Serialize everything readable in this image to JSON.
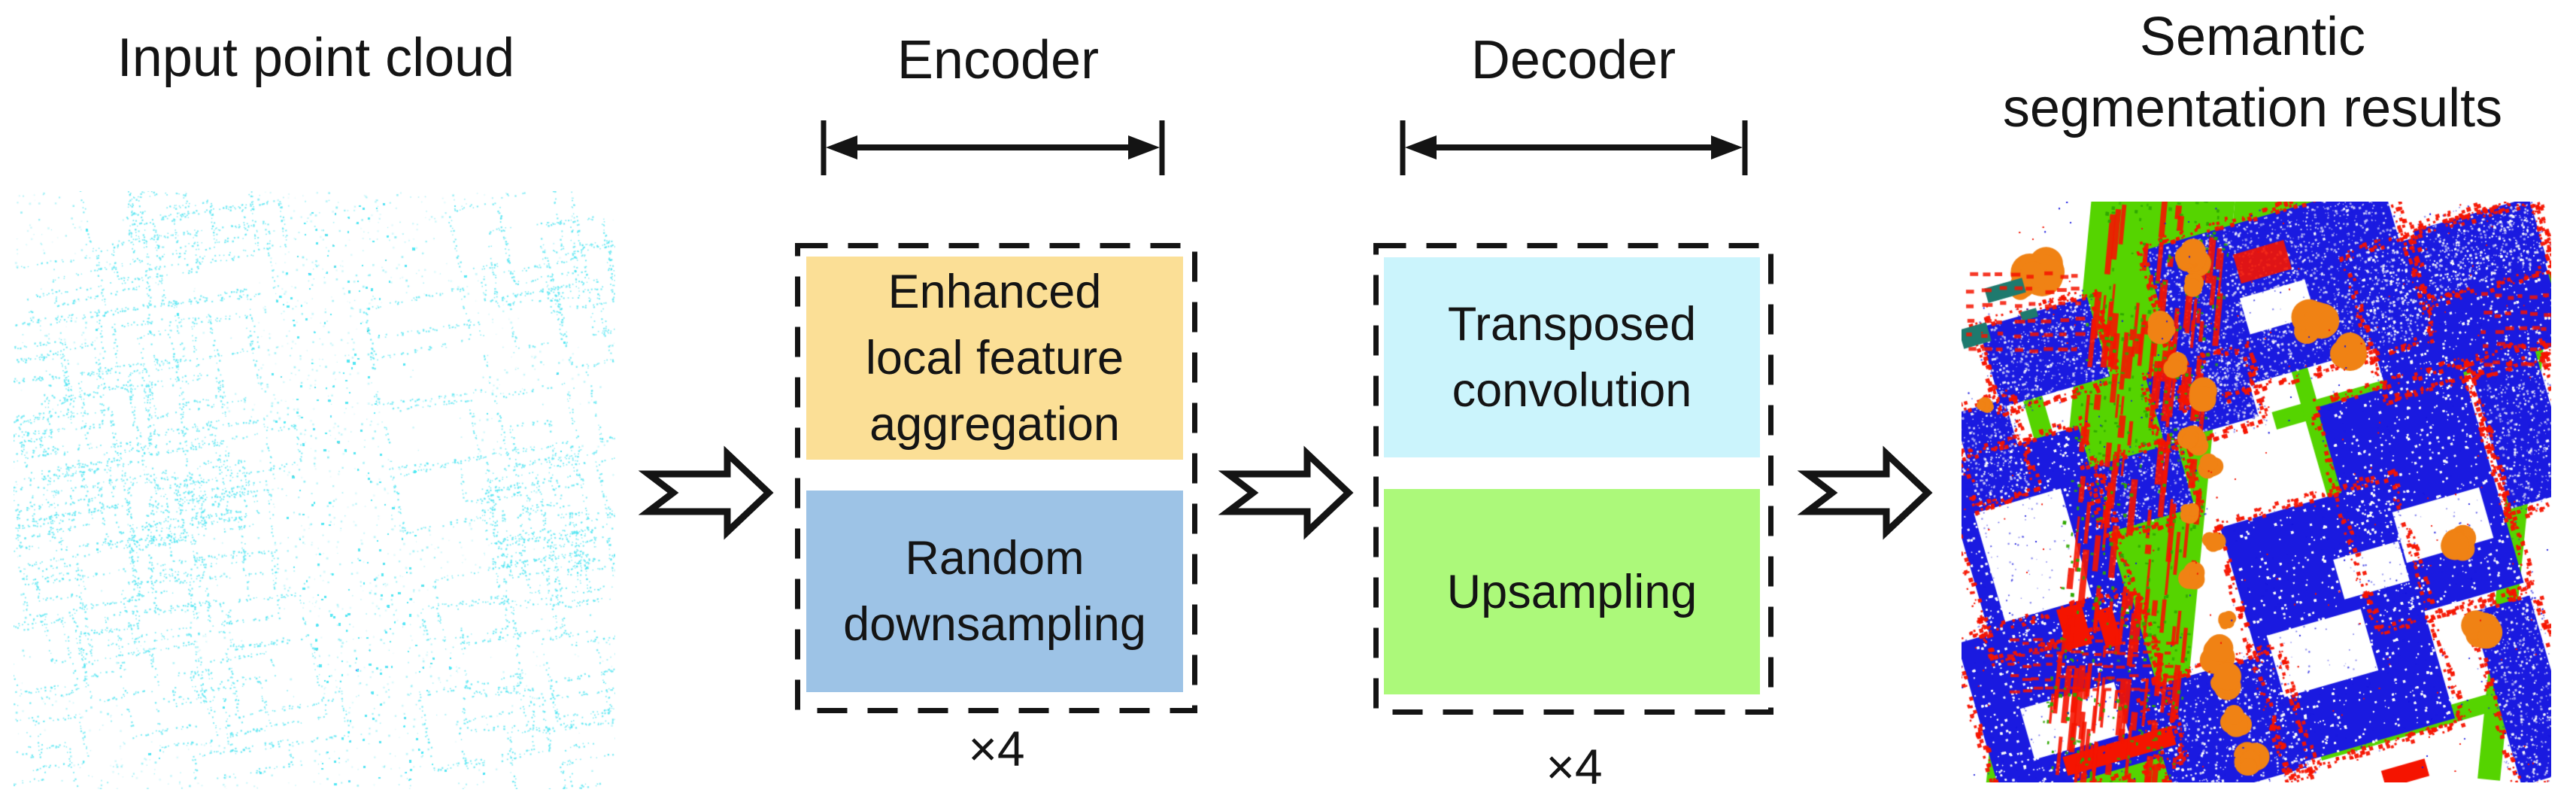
{
  "figure": {
    "input": {
      "title": "Input point cloud"
    },
    "encoder": {
      "title": "Encoder",
      "multiplier": "×4",
      "blocks": [
        {
          "name": "enhanced-local-feature-aggregation",
          "lines": [
            "Enhanced",
            "local feature",
            "aggregation"
          ],
          "color": "#FBDF96"
        },
        {
          "name": "random-downsampling",
          "lines": [
            "Random",
            "downsampling"
          ],
          "color": "#9DC3E6"
        }
      ]
    },
    "decoder": {
      "title": "Decoder",
      "multiplier": "×4",
      "blocks": [
        {
          "name": "transposed-convolution",
          "lines": [
            "Transposed",
            "convolution"
          ],
          "color": "#CBF4FC"
        },
        {
          "name": "upsampling",
          "lines": [
            "Upsampling"
          ],
          "color": "#ACF97A"
        }
      ]
    },
    "output": {
      "title_lines": [
        "Semantic",
        "segmentation results"
      ]
    },
    "icons": {
      "flow_arrow": "block-right-arrow",
      "span_arrow": "double-headed-dimension-arrow"
    },
    "colors": {
      "ink": "#141414",
      "pointcloud_cyan": "#55E6F2",
      "seg_blue": "#1A1AE0",
      "seg_green": "#55D400",
      "seg_dark_green": "#2FA800",
      "seg_red": "#F51400",
      "seg_orange": "#F08214",
      "seg_teal": "#1E7A6E"
    }
  }
}
